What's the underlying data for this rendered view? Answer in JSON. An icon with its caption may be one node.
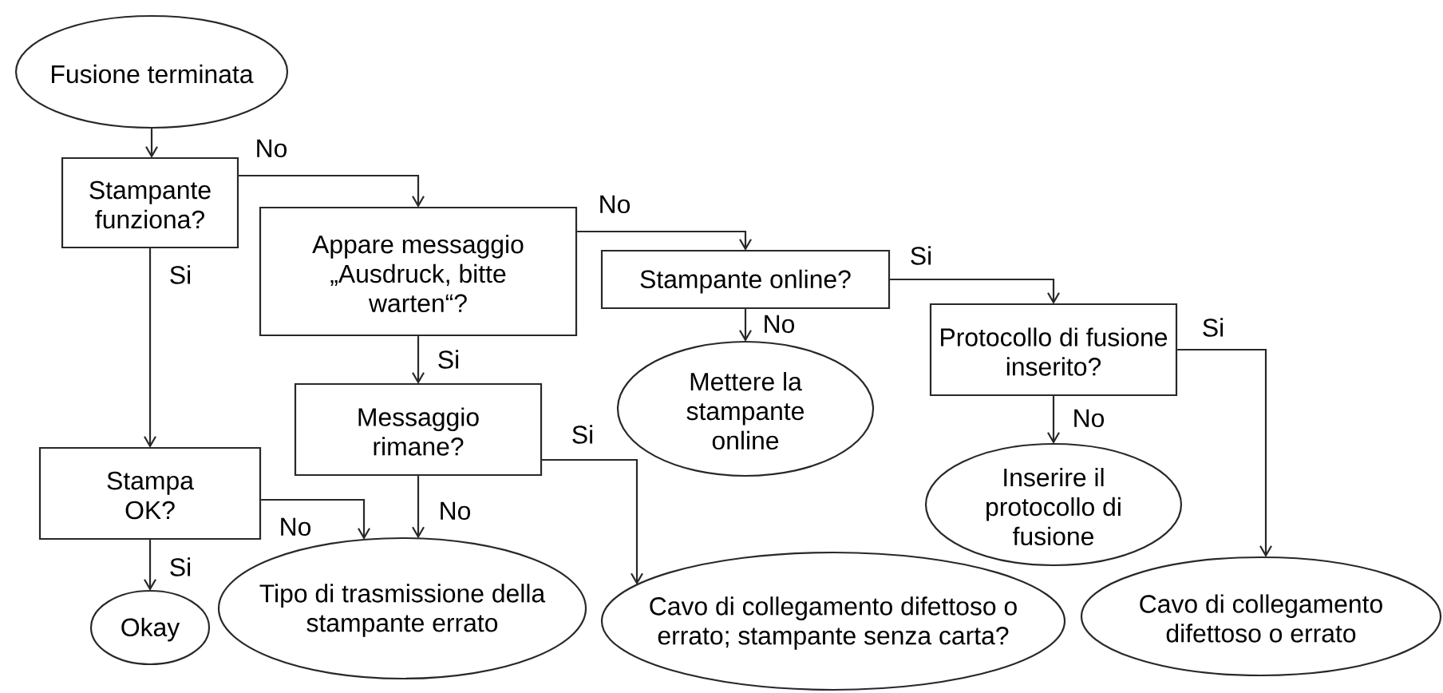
{
  "diagram": {
    "nodes": [
      {
        "text": [
          "Fusione terminata"
        ]
      },
      {
        "text": [
          "Stampante funziona?"
        ]
      },
      {
        "text": [
          "Appare messaggio „Ausdruck, bitte warten“?"
        ]
      },
      {
        "text": [
          "Stampante online?"
        ]
      },
      {
        "text": [
          "Messaggio rimane?"
        ]
      },
      {
        "text": [
          "Mettere la stampante online"
        ]
      },
      {
        "text": [
          "Protocollo di fusione inserito?"
        ]
      },
      {
        "text": [
          "Stampa OK?"
        ]
      },
      {
        "text": [
          "Inserire il protocollo di fusione"
        ]
      },
      {
        "text": [
          "Okay"
        ]
      },
      {
        "text": [
          "Tipo di trasmissione della stampante errato"
        ]
      },
      {
        "text": [
          "Cavo di collegamento difettoso o errato; stampante senza carta?"
        ]
      },
      {
        "text": [
          "Cavo di collegamento difettoso o errato"
        ]
      }
    ],
    "edges": [
      {
        "from": 0,
        "to": 1,
        "arrow": "to"
      },
      {
        "from": 1,
        "to": 2,
        "arrow": "to",
        "label": "No"
      },
      {
        "from": 2,
        "to": 3,
        "arrow": "to",
        "label": "No"
      },
      {
        "from": 3,
        "to": 6,
        "arrow": "to",
        "label": "Si"
      },
      {
        "from": 1,
        "to": 7,
        "arrow": "to",
        "label": "Si"
      },
      {
        "from": 2,
        "to": 4,
        "arrow": "to",
        "label": "Si"
      },
      {
        "from": 3,
        "to": 5,
        "arrow": "to",
        "label": "No"
      },
      {
        "from": 6,
        "to": 8,
        "arrow": "to",
        "label": "No"
      },
      {
        "from": 6,
        "to": 12,
        "arrow": "to",
        "label": "Si"
      },
      {
        "from": 4,
        "to": 11,
        "arrow": "to",
        "label": "Si"
      },
      {
        "from": 4,
        "to": 10,
        "arrow": "to",
        "label": "No"
      },
      {
        "from": 7,
        "to": 10,
        "arrow": "to",
        "label": "No"
      },
      {
        "from": 7,
        "to": 9,
        "arrow": "to",
        "label": "Si"
      }
    ]
  }
}
